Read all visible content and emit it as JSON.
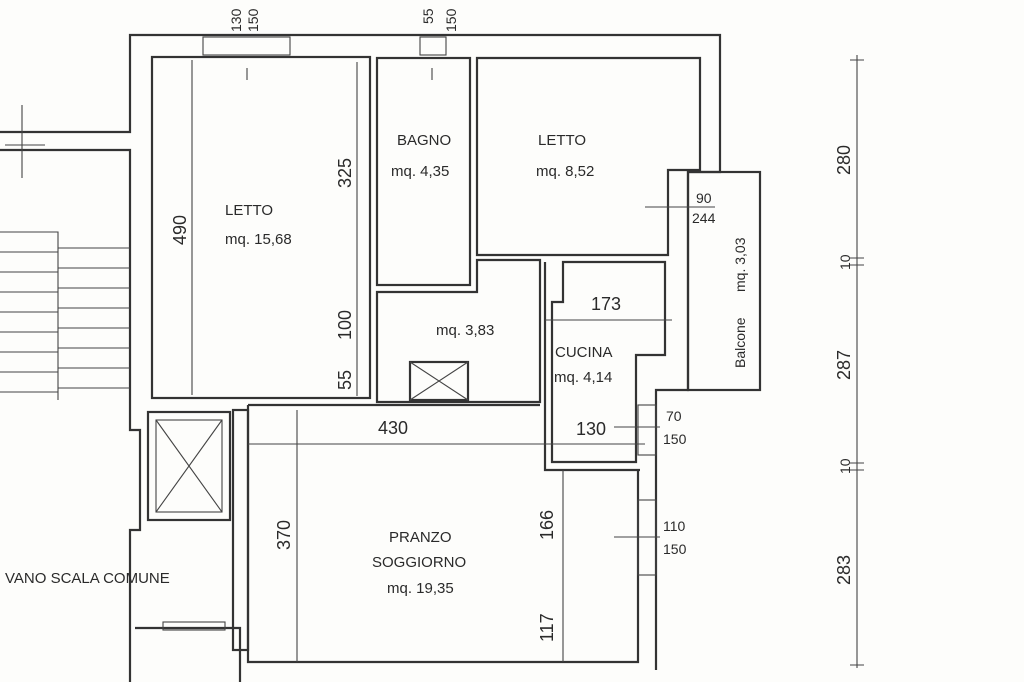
{
  "rooms": {
    "letto1": {
      "name": "LETTO",
      "area": "mq. 15,68"
    },
    "bagno": {
      "name": "BAGNO",
      "area": "mq. 4,35"
    },
    "letto2": {
      "name": "LETTO",
      "area": "mq. 8,52"
    },
    "disimpegno": {
      "area": "mq. 3,83"
    },
    "cucina": {
      "name": "CUCINA",
      "area": "mq. 4,14"
    },
    "balcone": {
      "name": "Balcone",
      "area": "mq. 3,03"
    },
    "pranzo": {
      "name1": "PRANZO",
      "name2": "SOGGIORNO",
      "area": "mq. 19,35"
    },
    "vano_scala": {
      "name": "VANO SCALA COMUNE"
    }
  },
  "dimensions": {
    "win1_a": "130",
    "win1_b": "150",
    "win2_a": "55",
    "win2_b": "150",
    "letto_h": "490",
    "letto_325": "325",
    "d100": "100",
    "d55": "55",
    "bal_a": "90",
    "bal_b": "244",
    "cuc_173": "173",
    "cuc_130": "130",
    "win3_a": "70",
    "win3_b": "150",
    "d430": "430",
    "d370": "370",
    "d166": "166",
    "d117": "117",
    "win4_a": "110",
    "win4_b": "150",
    "r280": "280",
    "r10a": "10",
    "r287": "287",
    "r10b": "10",
    "r283": "283"
  }
}
